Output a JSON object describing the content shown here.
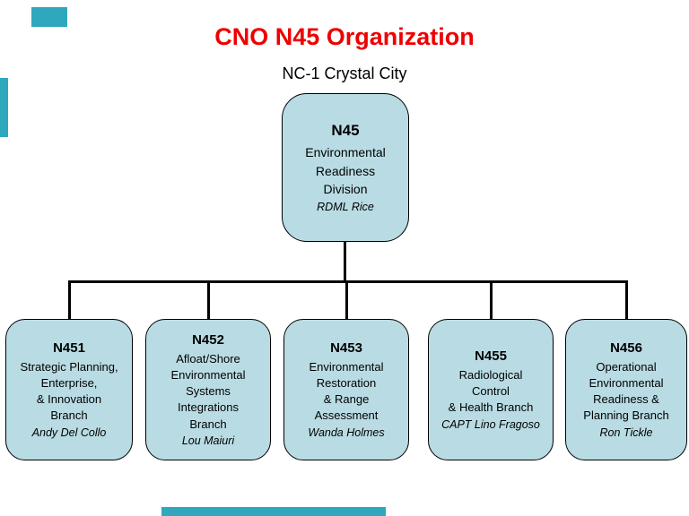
{
  "header": {
    "title": "CNO N45 Organization",
    "subtitle": "NC-1 Crystal City"
  },
  "colors": {
    "title_red": "#ee0000",
    "box_fill": "#b9dce4",
    "box_border": "#000000",
    "connector": "#000000",
    "teal_accent": "#2fa7bd"
  },
  "root": {
    "id": "N45",
    "lines": [
      "Environmental",
      "Readiness",
      "Division"
    ],
    "leader": "RDML Rice"
  },
  "branches": [
    {
      "id": "N451",
      "lines": [
        "Strategic Planning,",
        "Enterprise,",
        "& Innovation",
        "Branch"
      ],
      "leader": "Andy Del Collo"
    },
    {
      "id": "N452",
      "lines": [
        "Afloat/Shore",
        "Environmental",
        "Systems",
        "Integrations",
        "Branch"
      ],
      "leader": "Lou Maiuri"
    },
    {
      "id": "N453",
      "lines": [
        "Environmental",
        "Restoration",
        "& Range",
        "Assessment"
      ],
      "leader": "Wanda Holmes"
    },
    {
      "id": "N455",
      "lines": [
        "Radiological",
        "Control",
        "& Health Branch"
      ],
      "leader": "CAPT Lino Fragoso"
    },
    {
      "id": "N456",
      "lines": [
        "Operational",
        "Environmental",
        "Readiness &",
        "Planning Branch"
      ],
      "leader": "Ron Tickle"
    }
  ]
}
